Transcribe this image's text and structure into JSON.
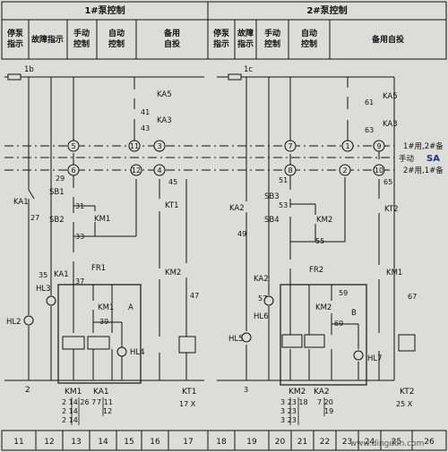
{
  "header": {
    "pump1_title": "1#泵控制",
    "pump2_title": "2#泵控制",
    "pump1_cols": [
      "停泵\n指示",
      "故障指示",
      "手动\n控制",
      "自动\n控制",
      "备用\n自投"
    ],
    "pump2_cols": [
      "停泵\n指示",
      "故障\n指示",
      "手动\n控制",
      "自动\n控制",
      "备用自投"
    ]
  },
  "footer": {
    "columns": [
      "11",
      "12",
      "13",
      "14",
      "15",
      "16",
      "17",
      "18",
      "19",
      "20",
      "21",
      "22",
      "23",
      "24",
      "25",
      "26"
    ],
    "watermark": "www.dingdon.com"
  },
  "selector": {
    "row1_label": "1#用,2#备",
    "row2_label": "手动",
    "row3_label": "2#用,1#备",
    "switch_label": "SA"
  },
  "labels": {
    "bus1": "1b",
    "bus2": "1c",
    "ka1": "KA1",
    "ka2": "KA2",
    "ka3": "KA3",
    "ka3b": "KA3",
    "ka5": "KA5",
    "ka5b": "KA5",
    "km1": "KM1",
    "km1b": "KM1",
    "km2": "KM2",
    "km2b": "KM2",
    "km2c": "KM2",
    "km1c": "KM1",
    "sb1": "SB1",
    "sb2": "SB2",
    "sb3": "SB3",
    "sb4": "SB4",
    "fr1": "FR1",
    "fr2": "FR2",
    "kt1": "KT1",
    "kt2": "KT2",
    "hl1": "HL3",
    "hl2": "HL2",
    "hl4": "HL4",
    "hl5": "HL5",
    "hl6": "HL6",
    "hl7": "HL7",
    "box_a": "A",
    "box_b": "B",
    "ka1_l": "KA1",
    "ka2_l": "KA2",
    "ka1_mid": "KA1",
    "ka2_mid": "KA2"
  },
  "nodes": {
    "n41": "41",
    "n43": "43",
    "n27": "27",
    "n29": "29",
    "n31": "31",
    "n33": "33",
    "n35": "35",
    "n37": "37",
    "n39": "39",
    "n45": "45",
    "n47": "47",
    "n49": "49",
    "n51": "51",
    "n53": "53",
    "n55": "55",
    "n57": "57",
    "n59": "59",
    "n61": "61",
    "n63": "63",
    "n65": "65",
    "n67": "67",
    "n69": "69",
    "c5": "5",
    "c11": "11",
    "c3": "3",
    "c6": "6",
    "c12": "12",
    "c4": "4",
    "c7": "7",
    "c1": "1",
    "c9": "9",
    "c8": "8",
    "c2": "2",
    "c10": "10"
  },
  "bottom_refs": {
    "col_2": "2",
    "km1_title": "KM1",
    "ka1_title": "KA1",
    "kt1_title": "KT1",
    "km2_title": "KM2",
    "ka2_title": "KA2",
    "kt2_title": "KT2",
    "km1_rows": [
      "2 14 26 7",
      "2 14",
      "2 14"
    ],
    "ka1_rows": [
      "7 11",
      "12"
    ],
    "kt1_row": "17 X",
    "ka_left_col": "3",
    "km2_rows": [
      "3 23 18",
      "3 23",
      "3 23"
    ],
    "ka2_rows": [
      "7 20",
      "19"
    ],
    "kt2_row": "25 X"
  }
}
